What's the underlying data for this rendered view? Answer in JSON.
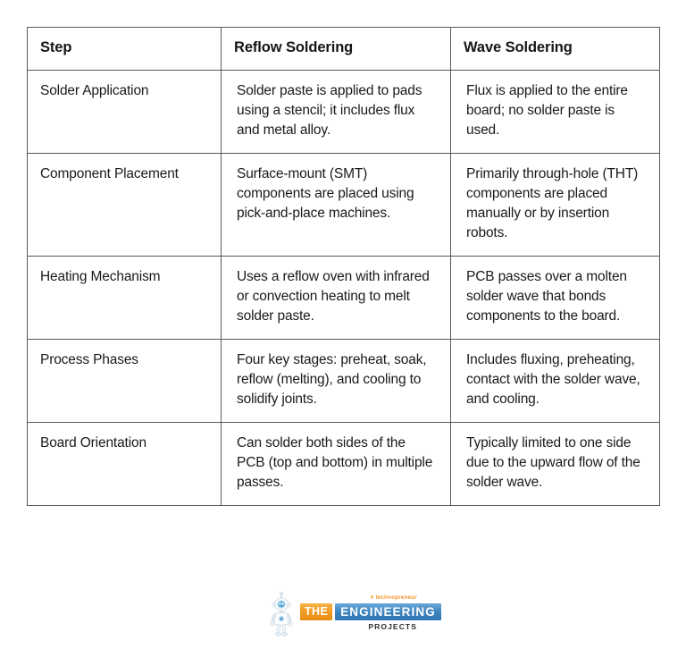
{
  "table": {
    "headers": [
      "Step",
      "Reflow Soldering",
      "Wave Soldering"
    ],
    "rows": [
      {
        "step": "Solder Application",
        "reflow": "Solder paste is applied to pads using a stencil; it includes flux and metal alloy.",
        "wave": "Flux is applied to the entire board; no solder paste is used."
      },
      {
        "step": "Component Placement",
        "reflow": "Surface-mount (SMT) components are placed using pick-and-place machines.",
        "wave": "Primarily through-hole (THT) components are placed manually or by insertion robots."
      },
      {
        "step": "Heating Mechanism",
        "reflow": "Uses a reflow oven with infrared or convection heating to melt solder paste.",
        "wave": "PCB passes over a molten solder wave that bonds components to the board."
      },
      {
        "step": "Process Phases",
        "reflow": "Four key stages: preheat, soak, reflow (melting), and cooling to solidify joints.",
        "wave": "Includes fluxing, preheating, contact with the solder wave, and cooling."
      },
      {
        "step": "Board Orientation",
        "reflow": "Can solder both sides of the PCB (top and bottom) in multiple passes.",
        "wave": "Typically limited to one side due to the upward flow of the solder wave."
      }
    ]
  },
  "footer": {
    "logo": {
      "tagline": "# technopreneur",
      "word_the": "THE",
      "word_engineering": "ENGINEERING",
      "word_projects": "PROJECTS",
      "mascot": "robot-mascot",
      "colors": {
        "orange": "#f09a22",
        "blue": "#3d85c0",
        "projects_text": "#2b2b2b"
      }
    }
  },
  "style": {
    "border_color": "#595959",
    "background": "#ffffff",
    "text_color": "#1a1a1a"
  }
}
